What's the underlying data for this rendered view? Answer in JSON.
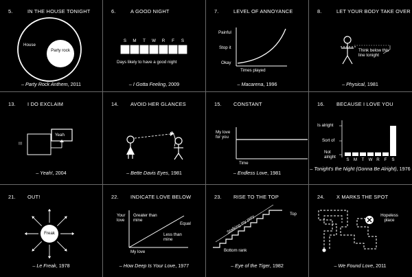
{
  "panels": [
    {
      "num": "5.",
      "title": "IN THE HOUSE TONIGHT",
      "song": "Party Rock Anthem",
      "year": "2011",
      "labels": {
        "house": "House",
        "party": "Party rock"
      }
    },
    {
      "num": "6.",
      "title": "A GOOD NIGHT",
      "song": "I Gotta Feeling",
      "year": "2009",
      "days": [
        "S",
        "M",
        "T",
        "W",
        "R",
        "F",
        "S"
      ],
      "caption": "Days likely to have a good night",
      "good_fraction": 1.0
    },
    {
      "num": "7.",
      "title": "LEVEL OF ANNOYANCE",
      "song": "Macarena",
      "year": "1996",
      "y_levels": [
        "Painful",
        "Stop it",
        "Okay"
      ],
      "xlabel": "Times played"
    },
    {
      "num": "8.",
      "title": "LET YOUR BODY TAKE OVER",
      "song": "Physical",
      "year": "1981",
      "note": "Think below this line tonight"
    },
    {
      "num": "13.",
      "title": "I DO EXCLAIM",
      "song": "Yeah!",
      "year": "2004",
      "box": "Yeah",
      "marks": "!!!"
    },
    {
      "num": "14.",
      "title": "AVOID HER GLANCES",
      "song": "Bette Davis Eyes",
      "year": "1981"
    },
    {
      "num": "15.",
      "title": "CONSTANT",
      "song": "Endless Love",
      "year": "1981",
      "ylabel": "My love for you",
      "xlabel": "Time"
    },
    {
      "num": "16.",
      "title": "BECAUSE I LOVE YOU",
      "song": "Tonight's the Night (Gonna Be Alright)",
      "year": "1976",
      "y_levels": [
        "Is alright",
        "Sort of",
        "Not alright"
      ],
      "days": [
        "S",
        "M",
        "T",
        "W",
        "R",
        "F",
        "S"
      ],
      "values": [
        0.12,
        0.12,
        0.12,
        0.12,
        0.12,
        0.12,
        1.0
      ]
    },
    {
      "num": "21.",
      "title": "OUT!",
      "song": "Le Freak",
      "year": "1978",
      "center": "Freak"
    },
    {
      "num": "22.",
      "title": "INDICATE LOVE BELOW",
      "song": "How Deep Is Your Love",
      "year": "1977",
      "ylabel": "Your love",
      "xlabel": "My love",
      "greater": "Greater than mine",
      "equal": "Equal",
      "less": "Less than mine"
    },
    {
      "num": "23.",
      "title": "RISE TO THE TOP",
      "song": "Eye of the Tiger",
      "year": "1982",
      "top": "Top",
      "bottom": "Bottom rank",
      "slope": "Stalking my prey"
    },
    {
      "num": "24.",
      "title": "X MARKS THE SPOT",
      "song": "We Found Love",
      "year": "2011",
      "place": "Hopeless place"
    }
  ]
}
